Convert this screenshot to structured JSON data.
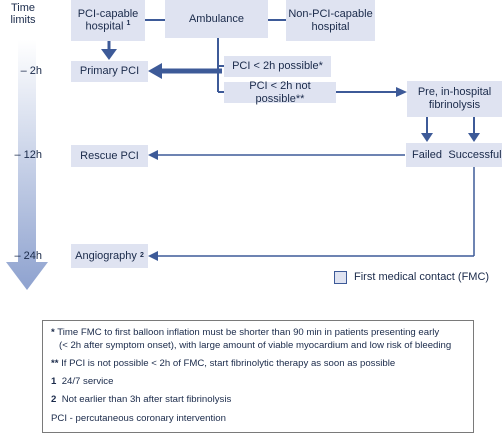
{
  "time_axis": {
    "title_line1": "Time",
    "title_line2": "limits",
    "ticks": [
      "– 2h",
      "– 12h",
      "– 24h"
    ]
  },
  "boxes": {
    "pci_capable": {
      "line1": "PCI-capable",
      "line2": "hospital",
      "marker": "1"
    },
    "ambulance": "Ambulance",
    "non_pci": {
      "line1": "Non-PCI-capable",
      "line2": "hospital"
    },
    "primary_pci": "Primary PCI",
    "pci_possible": "PCI < 2h possible*",
    "pci_not_possible": "PCI < 2h not possible**",
    "fibrinolysis": {
      "line1": "Pre, in-hospital",
      "line2": "fibrinolysis"
    },
    "failed": "Failed",
    "successful": "Successful",
    "rescue_pci": "Rescue PCI",
    "angiography": "Angiography",
    "angiography_marker": "2"
  },
  "legend": {
    "label": "First medical contact (FMC)"
  },
  "notes": {
    "n1_mark": "*",
    "n1_line1": "Time FMC to first balloon inflation must be shorter than 90 min in patients presenting early",
    "n1_line2": "(< 2h after symptom onset), with large amount of viable myocardium and low risk of bleeding",
    "n2_mark": "**",
    "n2_text": "If PCI is not possible < 2h of FMC, start fibrinolytic therapy as soon as possible",
    "n3_mark": "1",
    "n3_text": "24/7 service",
    "n4_mark": "2",
    "n4_text": "Not earlier than 3h after start fibrinolysis",
    "n5_text": "PCI - percutaneous coronary intervention"
  },
  "colors": {
    "box_fill": "#dfe3f1",
    "arrow": "#3d5a98",
    "timeline": "#9fb0d6"
  }
}
